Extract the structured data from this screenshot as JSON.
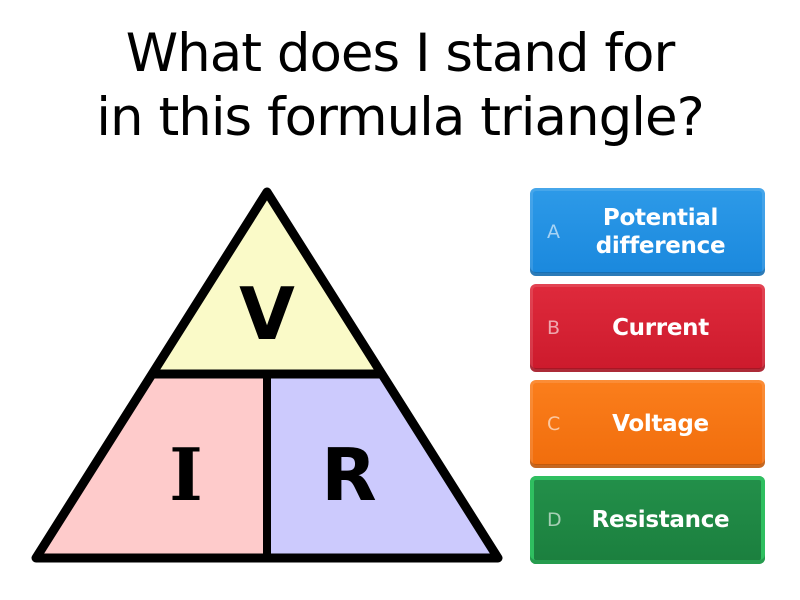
{
  "question": {
    "lines": [
      "What does I stand for",
      "in this formula triangle?"
    ]
  },
  "diagram": {
    "top_symbol": "V",
    "bottom_left_symbol": "I",
    "bottom_right_symbol": "R",
    "colors": {
      "top": "#fafac8",
      "bottom_left": "#fecbcb",
      "bottom_right": "#cccafd",
      "outline": "#000000"
    }
  },
  "answers": [
    {
      "letter": "A",
      "label": "Potential difference",
      "color": "#2196e6"
    },
    {
      "letter": "B",
      "label": "Current",
      "color": "#d81f33"
    },
    {
      "letter": "C",
      "label": "Voltage",
      "color": "#f87515"
    },
    {
      "letter": "D",
      "label": "Resistance",
      "color": "#1f8744"
    }
  ]
}
